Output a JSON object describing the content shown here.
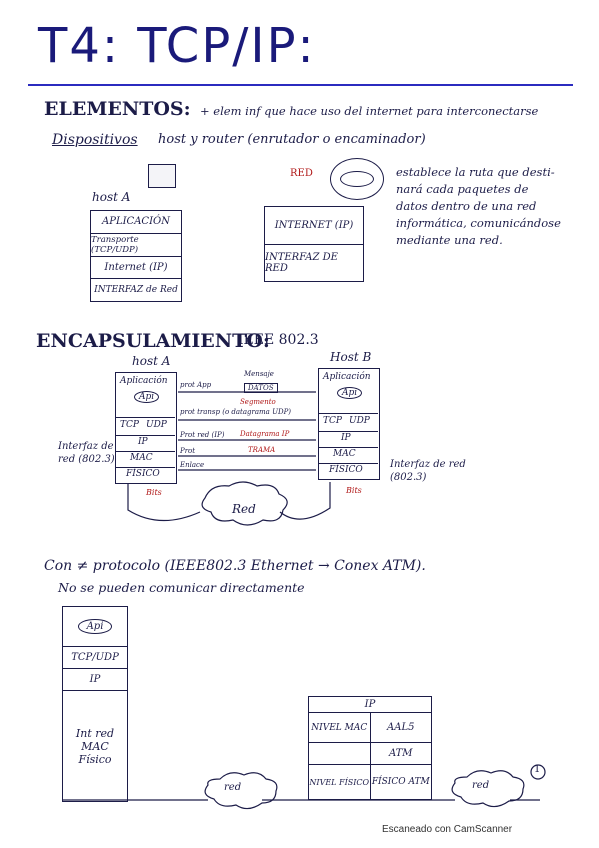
{
  "title": "T4: TCP/IP:",
  "elementos": {
    "heading": "ELEMENTOS:",
    "description": "+ elem inf que hace uso del internet para interconectarse",
    "dispositivos_label": "Dispositivos",
    "dispositivos_text": "host y router (enrutador o encaminador)",
    "host_label": "host A",
    "host_layers": [
      "APLICACIÓN",
      "Transporte (TCP/UDP)",
      "Internet (IP)",
      "INTERFAZ de Red"
    ],
    "router_layers": [
      "INTERNET (IP)",
      "INTERFAZ DE RED"
    ],
    "red_label": "RED",
    "router_description": [
      "establece la ruta que desti-",
      "nará cada paquetes de",
      "datos dentro de una red",
      "informática, comunicándose",
      "mediante una red."
    ]
  },
  "encapsulamiento": {
    "heading": "ENCAPSULAMIENTO:",
    "standard": "IEEE 802.3",
    "host_a": "host A",
    "host_b": "Host B",
    "left_layers": [
      "Aplicación",
      "Api",
      "TCP",
      "UDP",
      "IP",
      "MAC",
      "FÍSICO"
    ],
    "right_layers": [
      "Aplicación",
      "Api",
      "TCP",
      "UDP",
      "IP",
      "MAC",
      "FÍSICO"
    ],
    "arrow_labels": [
      "prot App",
      "prot transp (o datagrama UDP)",
      "Prot red (IP)",
      "Prot",
      "Enlace"
    ],
    "pdu_labels": [
      "Mensaje",
      "DATOS",
      "Segmento",
      "Datagrama IP",
      "TRAMA"
    ],
    "left_interface": "Interfaz de red (802.3)",
    "right_interface": "Interfaz de red (802.3)",
    "bits_label": "Bits",
    "red_label": "Red"
  },
  "protocolo": {
    "line1": "Con ≠ protocolo (IEEE802.3 Ethernet → Conex ATM).",
    "line2": "No se pueden comunicar directamente",
    "left_stack": [
      "Api",
      "TCP/UDP",
      "IP",
      "Int red MAC Físico"
    ],
    "right_table": {
      "header": "IP",
      "rows": [
        [
          "NIVEL MAC",
          "AAL5"
        ],
        [
          "",
          "ATM"
        ],
        [
          "NIVEL FÍSICO",
          "FÍSICO ATM"
        ]
      ]
    },
    "red_label_1": "red",
    "red_label_2": "red",
    "circled_number": "1"
  },
  "footer": "Escaneado con CamScanner"
}
